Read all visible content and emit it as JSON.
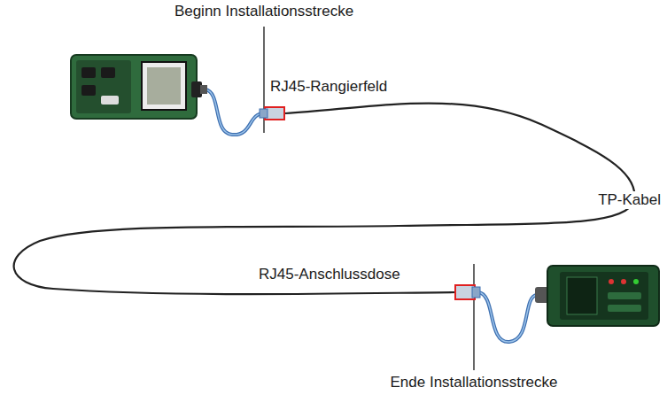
{
  "diagram": {
    "labels": [
      "Beginn Installationsstrecke",
      "RJ45-Rangierfeld",
      "TP-Kabel",
      "RJ45-Anschlussdose",
      "Ende Installationsstrecke"
    ]
  }
}
